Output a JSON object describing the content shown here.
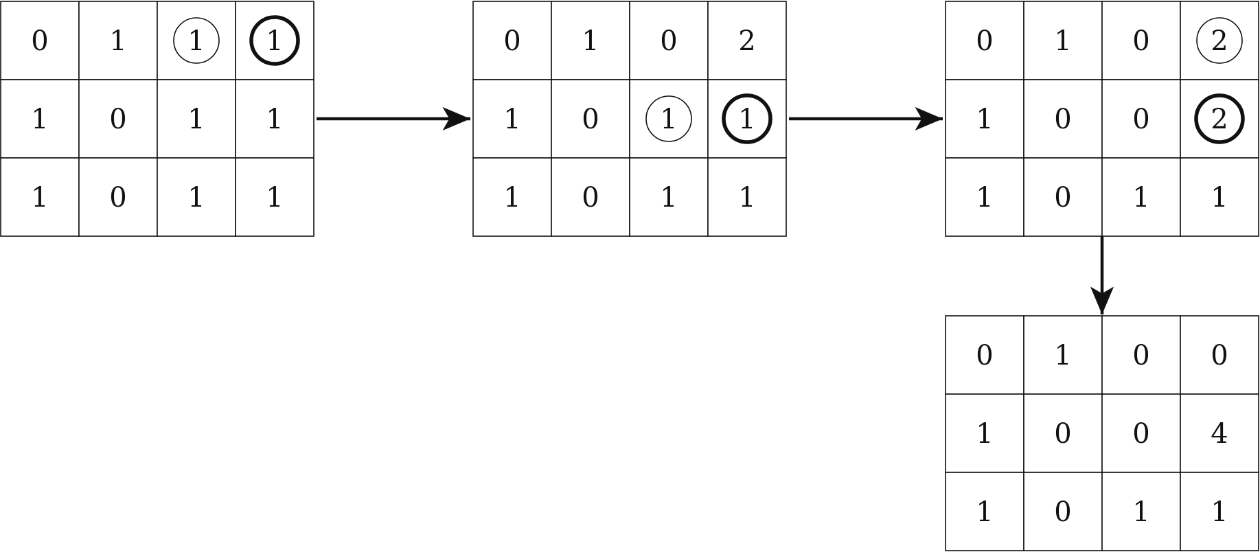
{
  "grids": [
    {
      "id": "grid-1",
      "cells": [
        [
          "0",
          "1",
          "1",
          "1"
        ],
        [
          "1",
          "0",
          "1",
          "1"
        ],
        [
          "1",
          "0",
          "1",
          "1"
        ]
      ],
      "circles": [
        {
          "row": 0,
          "col": 2,
          "style": "thin"
        },
        {
          "row": 0,
          "col": 3,
          "style": "bold"
        }
      ]
    },
    {
      "id": "grid-2",
      "cells": [
        [
          "0",
          "1",
          "0",
          "2"
        ],
        [
          "1",
          "0",
          "1",
          "1"
        ],
        [
          "1",
          "0",
          "1",
          "1"
        ]
      ],
      "circles": [
        {
          "row": 1,
          "col": 2,
          "style": "thin"
        },
        {
          "row": 1,
          "col": 3,
          "style": "bold"
        }
      ]
    },
    {
      "id": "grid-3",
      "cells": [
        [
          "0",
          "1",
          "0",
          "2"
        ],
        [
          "1",
          "0",
          "0",
          "2"
        ],
        [
          "1",
          "0",
          "1",
          "1"
        ]
      ],
      "circles": [
        {
          "row": 0,
          "col": 3,
          "style": "thin"
        },
        {
          "row": 1,
          "col": 3,
          "style": "bold"
        }
      ]
    },
    {
      "id": "grid-4",
      "cells": [
        [
          "0",
          "1",
          "0",
          "0"
        ],
        [
          "1",
          "0",
          "0",
          "4"
        ],
        [
          "1",
          "0",
          "1",
          "1"
        ]
      ],
      "circles": []
    }
  ],
  "arrows": [
    {
      "from": "grid-1",
      "to": "grid-2",
      "direction": "right"
    },
    {
      "from": "grid-2",
      "to": "grid-3",
      "direction": "right"
    },
    {
      "from": "grid-3",
      "to": "grid-4",
      "direction": "down"
    }
  ],
  "colors": {
    "line": "#111111",
    "text": "#111111",
    "background": "#ffffff"
  }
}
